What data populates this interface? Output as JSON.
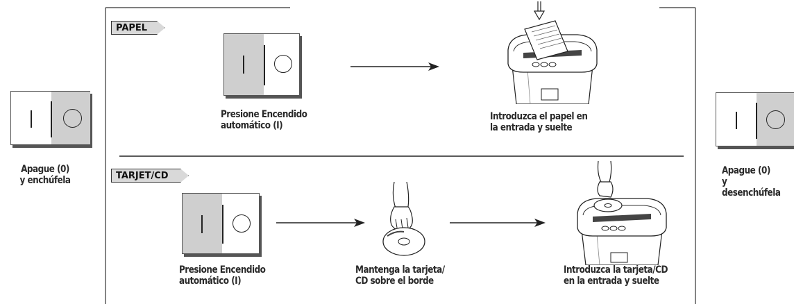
{
  "left_step": {
    "caption": "Apague (0)\ny enchúfela"
  },
  "right_step": {
    "caption": "Apague (0)\ny desenchúfela"
  },
  "paper_section": {
    "tag": "PAPEL",
    "step1_caption": "Presione Encendido\nautomático (I)",
    "step2_caption": "Introduzca el papel en\nla entrada y suelte"
  },
  "card_section": {
    "tag": "TARJET/CD",
    "step1_caption": "Presione Encendido\nautomático (I)",
    "step2_caption": "Mantenga la tarjeta/\nCD sobre el borde",
    "step3_caption": "Introduzca la tarjeta/CD\nen la entrada y suelte"
  },
  "colors": {
    "shade": "#cfcfcf",
    "line": "#222222"
  },
  "icons": [
    "power-switch-icon",
    "arrow-right-icon",
    "shredder-icon",
    "hand-cd-icon",
    "down-arrow-icon"
  ]
}
